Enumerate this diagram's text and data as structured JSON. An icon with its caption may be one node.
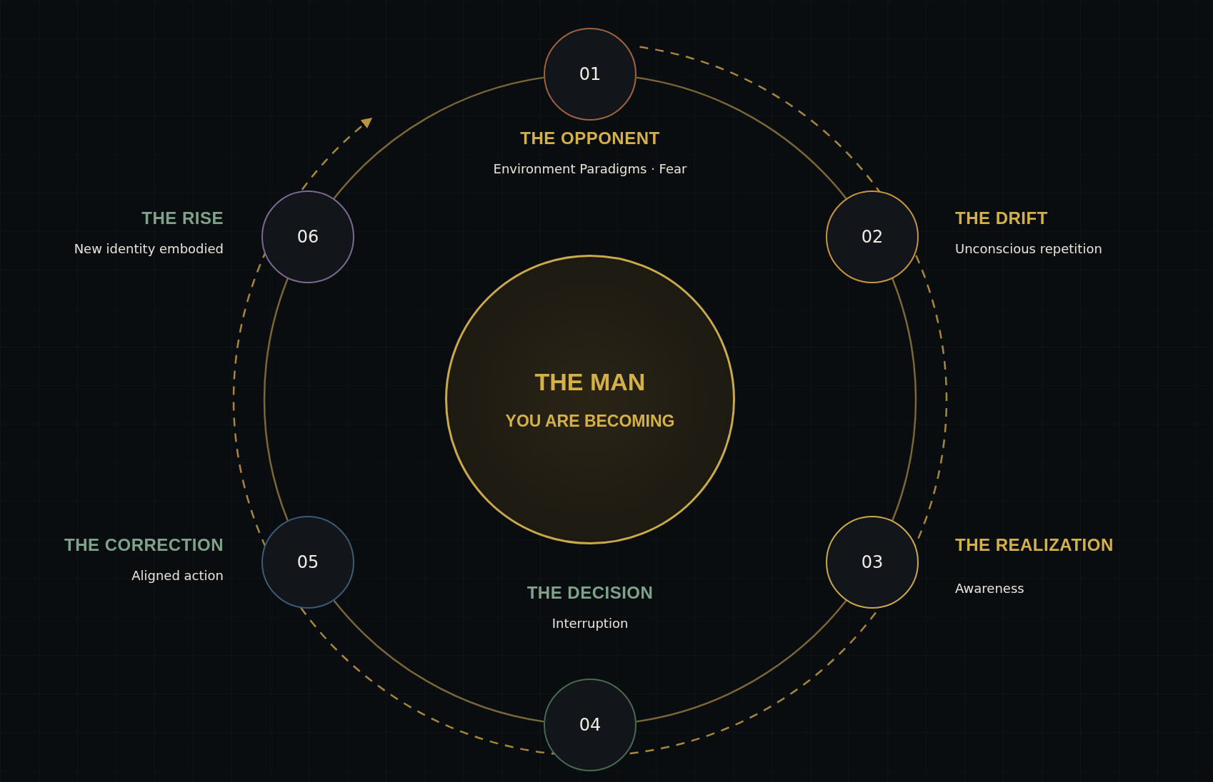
{
  "diagram": {
    "nodes": [
      {
        "text": [
          "01"
        ],
        "beside": [
          "THE OPPONENT",
          "Environment Paradigms · Fear"
        ]
      },
      {
        "text": [
          "02"
        ],
        "beside": [
          "THE DRIFT",
          "Unconscious repetition"
        ]
      },
      {
        "text": [
          "03"
        ],
        "beside": [
          "THE REALIZATION",
          "Awareness"
        ]
      },
      {
        "text": [
          "04"
        ],
        "beside": [
          "THE DECISION",
          "Interruption"
        ]
      },
      {
        "text": [
          "05"
        ],
        "beside": [
          "THE CORRECTION",
          "Aligned action"
        ]
      },
      {
        "text": [
          "06"
        ],
        "beside": [
          "THE RISE",
          "New identity embodied"
        ]
      },
      {
        "text": [
          "THE MAN",
          "YOU ARE BECOMING"
        ]
      }
    ],
    "edges": [
      {
        "from": 0,
        "to": 1,
        "arrow": "none"
      },
      {
        "from": 1,
        "to": 2,
        "arrow": "none"
      },
      {
        "from": 2,
        "to": 3,
        "arrow": "none"
      },
      {
        "from": 3,
        "to": 4,
        "arrow": "none"
      },
      {
        "from": 4,
        "to": 5,
        "arrow": "none"
      },
      {
        "from": 5,
        "to": 0,
        "arrow": "none"
      }
    ]
  }
}
